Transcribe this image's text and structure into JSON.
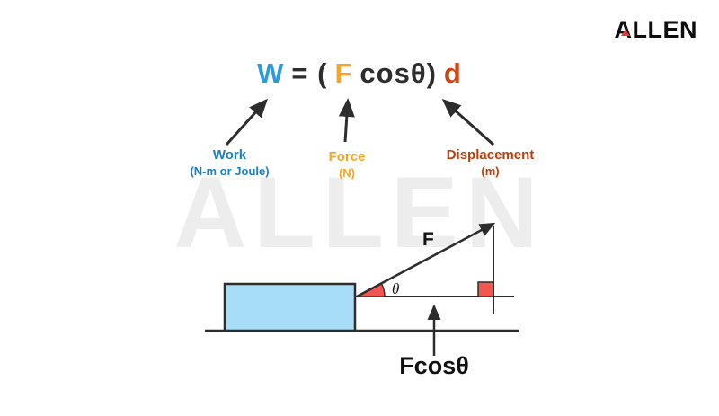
{
  "logo": {
    "text": "ALLEN",
    "accent_color": "#e53935"
  },
  "watermark_text": "ALLEN",
  "formula": {
    "work_symbol": "W",
    "equals_open": "= (",
    "force_symbol": "F",
    "cos_theta_close": "cosθ)",
    "displacement_symbol": "d",
    "work_color": "#2b9cd8",
    "force_color": "#f5a623",
    "displacement_color": "#cf4615",
    "text_color": "#2d2d2d"
  },
  "callouts": {
    "work": {
      "title": "Work",
      "unit": "(N-m or Joule)",
      "color": "#1c7fc2"
    },
    "force": {
      "title": "Force",
      "unit": "(N)",
      "color": "#f5a623"
    },
    "displacement": {
      "title": "Displacement",
      "unit": "(m)",
      "color": "#b5400e"
    }
  },
  "diagram": {
    "force_label": "F",
    "theta_label": "θ",
    "fcos_label": "Fcosθ",
    "block_fill": "#a8ddf8",
    "angle_marker_color": "#f2564e",
    "line_color": "#2d2d2d"
  }
}
